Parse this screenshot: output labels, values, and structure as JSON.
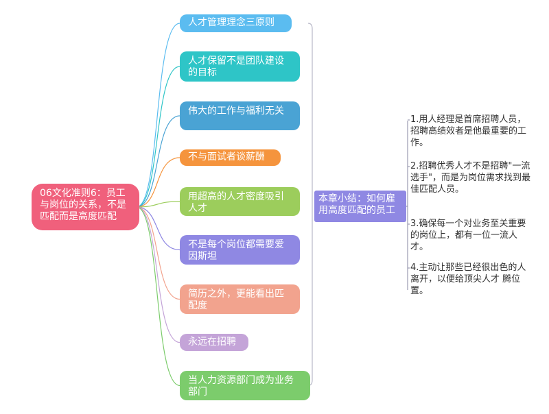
{
  "root": {
    "label": "06文化准则6：员工与岗位的关系，不是匹配而是高度匹配",
    "color": "#f0607c"
  },
  "branches": [
    {
      "label": "人才管理理念三原则",
      "color": "#5bbcf0"
    },
    {
      "label": "人才保留不是团队建设的目标",
      "color": "#2ec5c7"
    },
    {
      "label": "伟大的工作与福利无关",
      "color": "#4aa3d4"
    },
    {
      "label": "不与面试者谈薪酬",
      "color": "#f5943d"
    },
    {
      "label": "用超高的人才密度吸引人才",
      "color": "#9ccd5c"
    },
    {
      "label": "不是每个岗位都需要爱因斯坦",
      "color": "#8f88e3"
    },
    {
      "label": "简历之外，更能看出匹配度",
      "color": "#f2a38e"
    },
    {
      "label": "永远在招聘",
      "color": "#c4a4d8"
    },
    {
      "label": "当人力资源部门成为业务部门",
      "color": "#7ccc6c"
    }
  ],
  "summary": {
    "label": "本章小结：如何雇用高度匹配的员工",
    "color": "#8f88e3"
  },
  "notes": [
    "1.用人经理是首席招聘人员，招聘高绩效者是他最重要的工作。",
    "2.招聘优秀人才不是招聘\"一流选手\"，而是为岗位需求找到最佳匹配人员。",
    "3.确保每一个对业务至关重要的岗位上，都有一位一流人才。",
    "4.主动让那些已经很出色的人离开，以便给顶尖人才 腾位置。"
  ]
}
